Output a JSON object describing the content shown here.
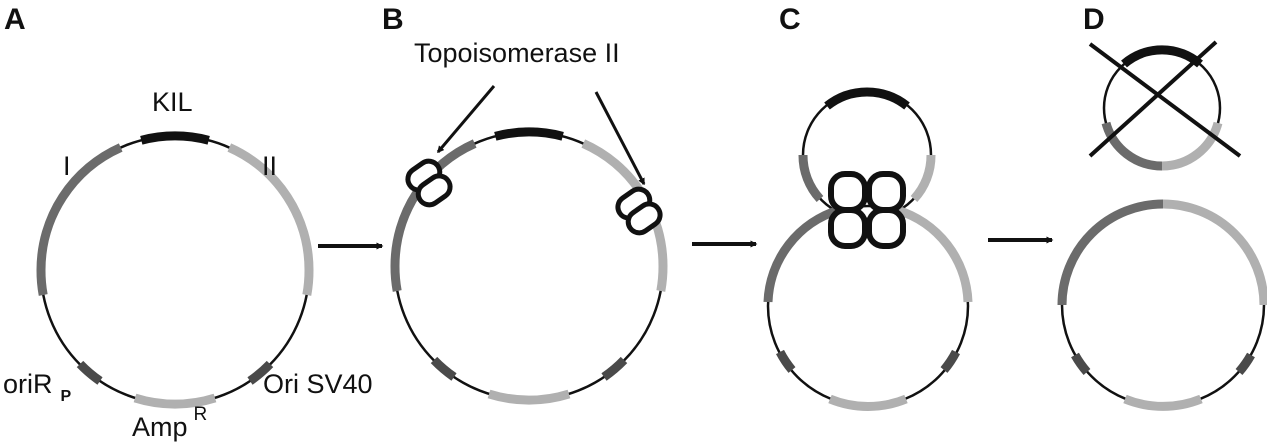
{
  "panels": {
    "a": "A",
    "b": "B",
    "c": "C",
    "d": "D"
  },
  "labels": {
    "kil": "KIL",
    "region_one": "I",
    "region_two": "II",
    "ori_rp_main": "oriR",
    "ori_rp_sub": "P",
    "ori_sv40": "Ori SV40",
    "amp_main": "Amp",
    "amp_sup": "R",
    "topoisomerase": "Topoisomerase II"
  },
  "colors": {
    "black_segment": "#111111",
    "dark_gray_segment": "#6b6b6b",
    "light_gray_segment": "#b0b0b0",
    "backbone": "#111111"
  },
  "icons": {
    "enzyme": "topoisomerase-enzyme-icon",
    "step_arrow": "right-arrow-icon"
  }
}
